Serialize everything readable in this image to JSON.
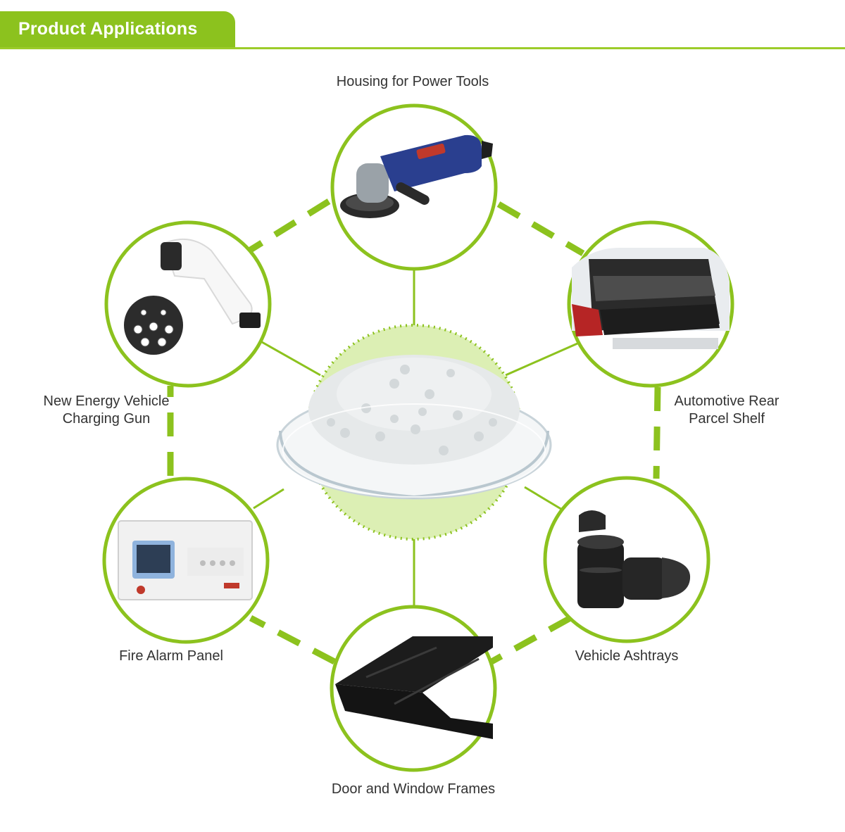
{
  "header": {
    "title": "Product Applications"
  },
  "colors": {
    "accent": "#8cc21e",
    "center_fill": "#dcefb4",
    "text": "#333333"
  },
  "center": {
    "image": "white-pellets-in-glass-dish"
  },
  "applications": [
    {
      "id": "power-tools",
      "label": "Housing for Power Tools",
      "image": "angle-grinder"
    },
    {
      "id": "rear-parcel-shelf",
      "label": "Automotive Rear Parcel Shelf",
      "label_lines": [
        "Automotive Rear",
        "Parcel Shelf"
      ],
      "image": "car-trunk"
    },
    {
      "id": "ashtrays",
      "label": "Vehicle Ashtrays",
      "image": "black-ashtrays"
    },
    {
      "id": "window-frames",
      "label": "Door and Window Frames",
      "image": "black-profile-extrusion"
    },
    {
      "id": "fire-alarm",
      "label": "Fire Alarm Panel",
      "image": "alarm-control-panel"
    },
    {
      "id": "charging-gun",
      "label": "New Energy Vehicle Charging Gun",
      "label_lines": [
        "New Energy Vehicle",
        "Charging Gun"
      ],
      "image": "ev-charging-plug"
    }
  ]
}
